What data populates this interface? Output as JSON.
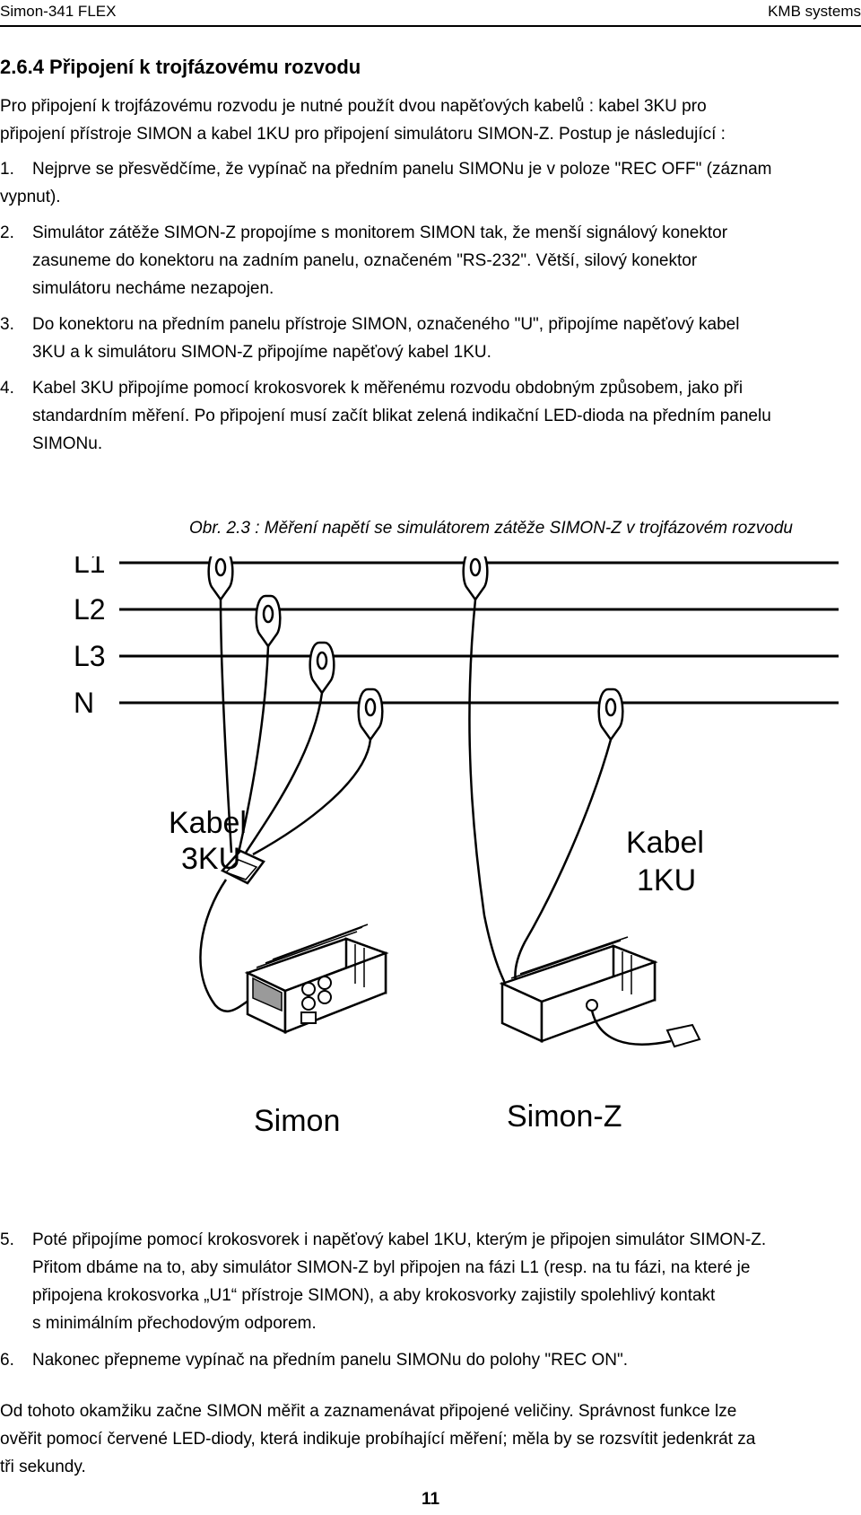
{
  "header": {
    "left": "Simon-341 FLEX",
    "right": "KMB systems"
  },
  "section_title": "2.6.4  Připojení k trojfázovému rozvodu",
  "intro": [
    "Pro připojení k trojfázovému rozvodu je nutné použít dvou napěťových kabelů : kabel 3KU pro",
    "připojení přístroje SIMON a  kabel 1KU pro připojení simulátoru SIMON-Z. Postup je následující :"
  ],
  "steps_a": [
    {
      "num": "1.",
      "lines": [
        "Nejprve se přesvědčíme, že vypínač na předním panelu SIMONu je v poloze \"REC OFF\" (záznam",
        "vypnut)."
      ]
    },
    {
      "num": "2.",
      "lines": [
        "Simulátor zátěže SIMON-Z propojíme s monitorem SIMON tak, že menší signálový konektor",
        "zasuneme do konektoru na zadním panelu, označeném \"RS-232\". Větší, silový konektor",
        "simulátoru necháme nezapojen."
      ]
    },
    {
      "num": "3.",
      "lines": [
        "Do konektoru na předním panelu  přístroje SIMON, označeného \"U\", připojíme napěťový kabel",
        "3KU a k simulátoru SIMON-Z připojíme napěťový kabel 1KU."
      ]
    },
    {
      "num": "4.",
      "lines": [
        "Kabel 3KU připojíme pomocí krokosvorek k měřenému rozvodu obdobným způsobem, jako při",
        "standardním měření. Po připojení musí začít blikat zelená indikační LED-dioda na předním panelu",
        "SIMONu."
      ]
    }
  ],
  "figure": {
    "caption": "Obr. 2.3 : Měření napětí se simulátorem zátěže SIMON-Z v trojfázovém rozvodu",
    "lines": [
      "L1",
      "L2",
      "L3",
      "N"
    ],
    "cable_3ku": [
      "Kabel",
      "3KU"
    ],
    "cable_1ku": [
      "Kabel",
      "1KU"
    ],
    "device_simon": "Simon",
    "device_simonz": "Simon-Z"
  },
  "steps_b": [
    {
      "num": "5.",
      "lines": [
        "Poté připojíme pomocí krokosvorek i napěťový kabel 1KU, kterým je připojen simulátor SIMON-Z.",
        "Přitom dbáme na to, aby simulátor SIMON-Z byl připojen na fázi L1 (resp. na tu fázi, na které je",
        "připojena krokosvorka „U1“ přístroje SIMON), a aby krokosvorky zajistily spolehlivý kontakt",
        "s minimálním přechodovým odporem."
      ]
    },
    {
      "num": "6.",
      "lines": [
        "Nakonec přepneme vypínač na předním panelu SIMONu do polohy \"REC ON\"."
      ]
    }
  ],
  "closing": [
    "Od tohoto okamžiku začne SIMON měřit a zaznamenávat připojené veličiny. Správnost funkce lze",
    "ověřit pomocí červené LED-diody, která indikuje probíhající měření; měla by se rozsvítit jedenkrát za",
    "tři sekundy."
  ],
  "page_number": "11"
}
